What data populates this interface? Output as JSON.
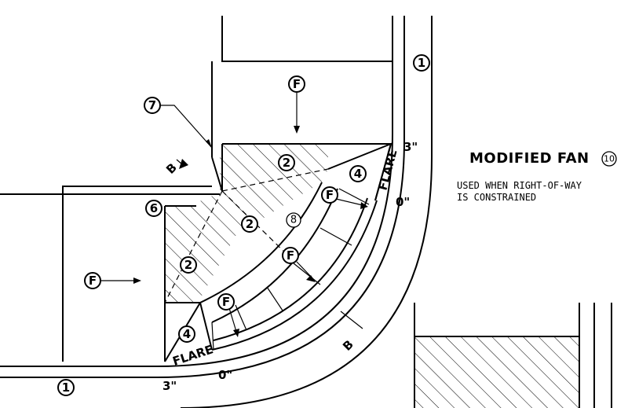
{
  "title": {
    "text": "MODIFIED FAN",
    "detail_number": "10"
  },
  "note": {
    "line1": "USED WHEN RIGHT-OF-WAY",
    "line2": "IS CONSTRAINED"
  },
  "callouts": {
    "curb_line": "1",
    "hatched_panel": "2",
    "flare_panel": "4",
    "corner": "6",
    "marker": "7",
    "turning_space": "8",
    "flow_direction": "F"
  },
  "labels": {
    "flare": "FLARE",
    "height_3in": "3\"",
    "height_0in": "0\"",
    "section_b": "B"
  }
}
